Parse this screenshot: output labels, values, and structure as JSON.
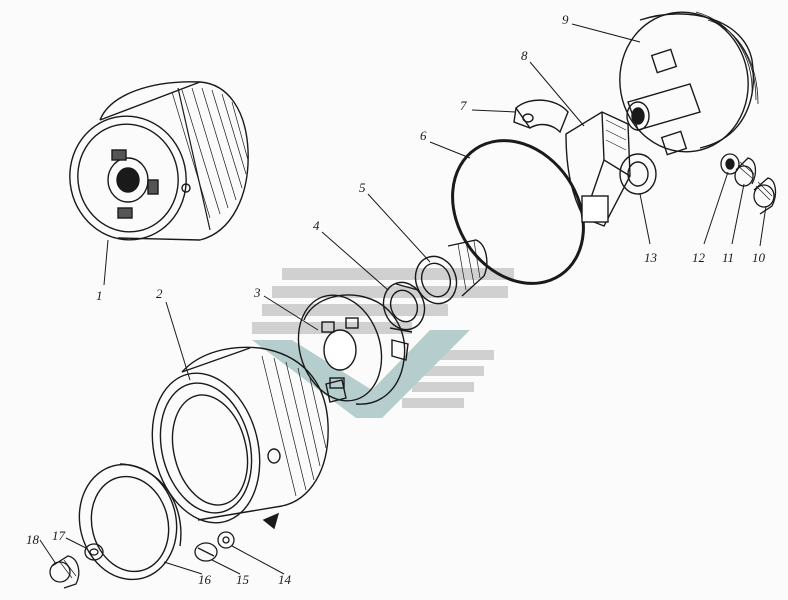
{
  "labels": {
    "p1": "1",
    "p2": "2",
    "p3": "3",
    "p4": "4",
    "p5": "5",
    "p6": "6",
    "p7": "7",
    "p8": "8",
    "p9": "9",
    "p10": "10",
    "p11": "11",
    "p12": "12",
    "p13": "13",
    "p14": "14",
    "p15": "15",
    "p16": "16",
    "p17": "17",
    "p18": "18"
  },
  "colors": {
    "ink": "#1a1a1a",
    "watermark_gray": "#c9c9c9",
    "watermark_teal": "#a9c6c4"
  }
}
